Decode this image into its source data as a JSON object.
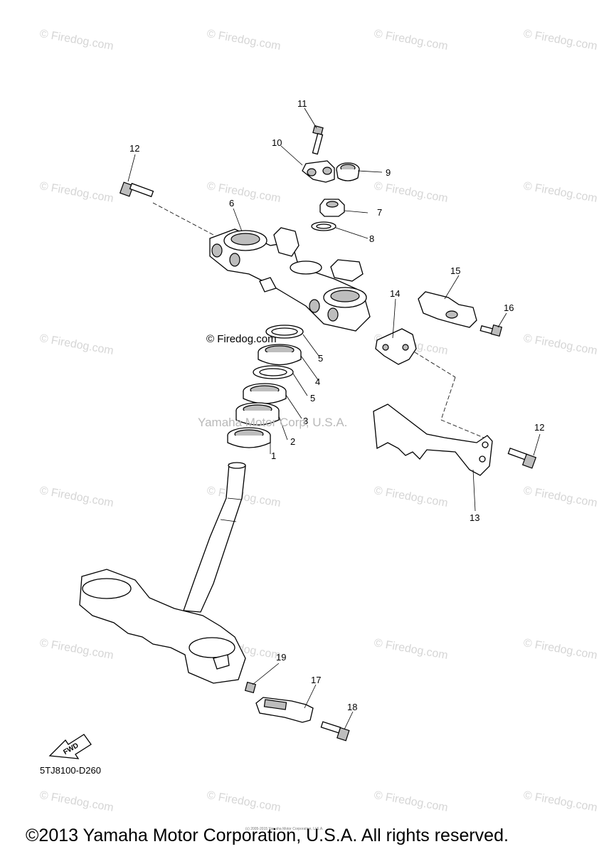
{
  "watermark": {
    "text": "© Firedog.com"
  },
  "center_watermark": "Yamaha Motor Corp, U.S.A.",
  "mid_watermark": "© Firedog.com",
  "diagram_code": "5TJ8100-D260",
  "fwd_label": "FWD",
  "copyright": "©2013 Yamaha Motor Corporation, U.S.A. All rights reserved.",
  "tiny_copyright": "(c) 2005-2015 Yamaha Motor Corporation, U.S.A.",
  "callouts": [
    "1",
    "2",
    "3",
    "4",
    "5",
    "5",
    "6",
    "7",
    "8",
    "9",
    "10",
    "11",
    "12",
    "12",
    "13",
    "14",
    "15",
    "16",
    "17",
    "18",
    "19"
  ],
  "colors": {
    "ink": "#000000",
    "watermark": "#d6d6d6",
    "part_shade": "#bdbdbd"
  }
}
